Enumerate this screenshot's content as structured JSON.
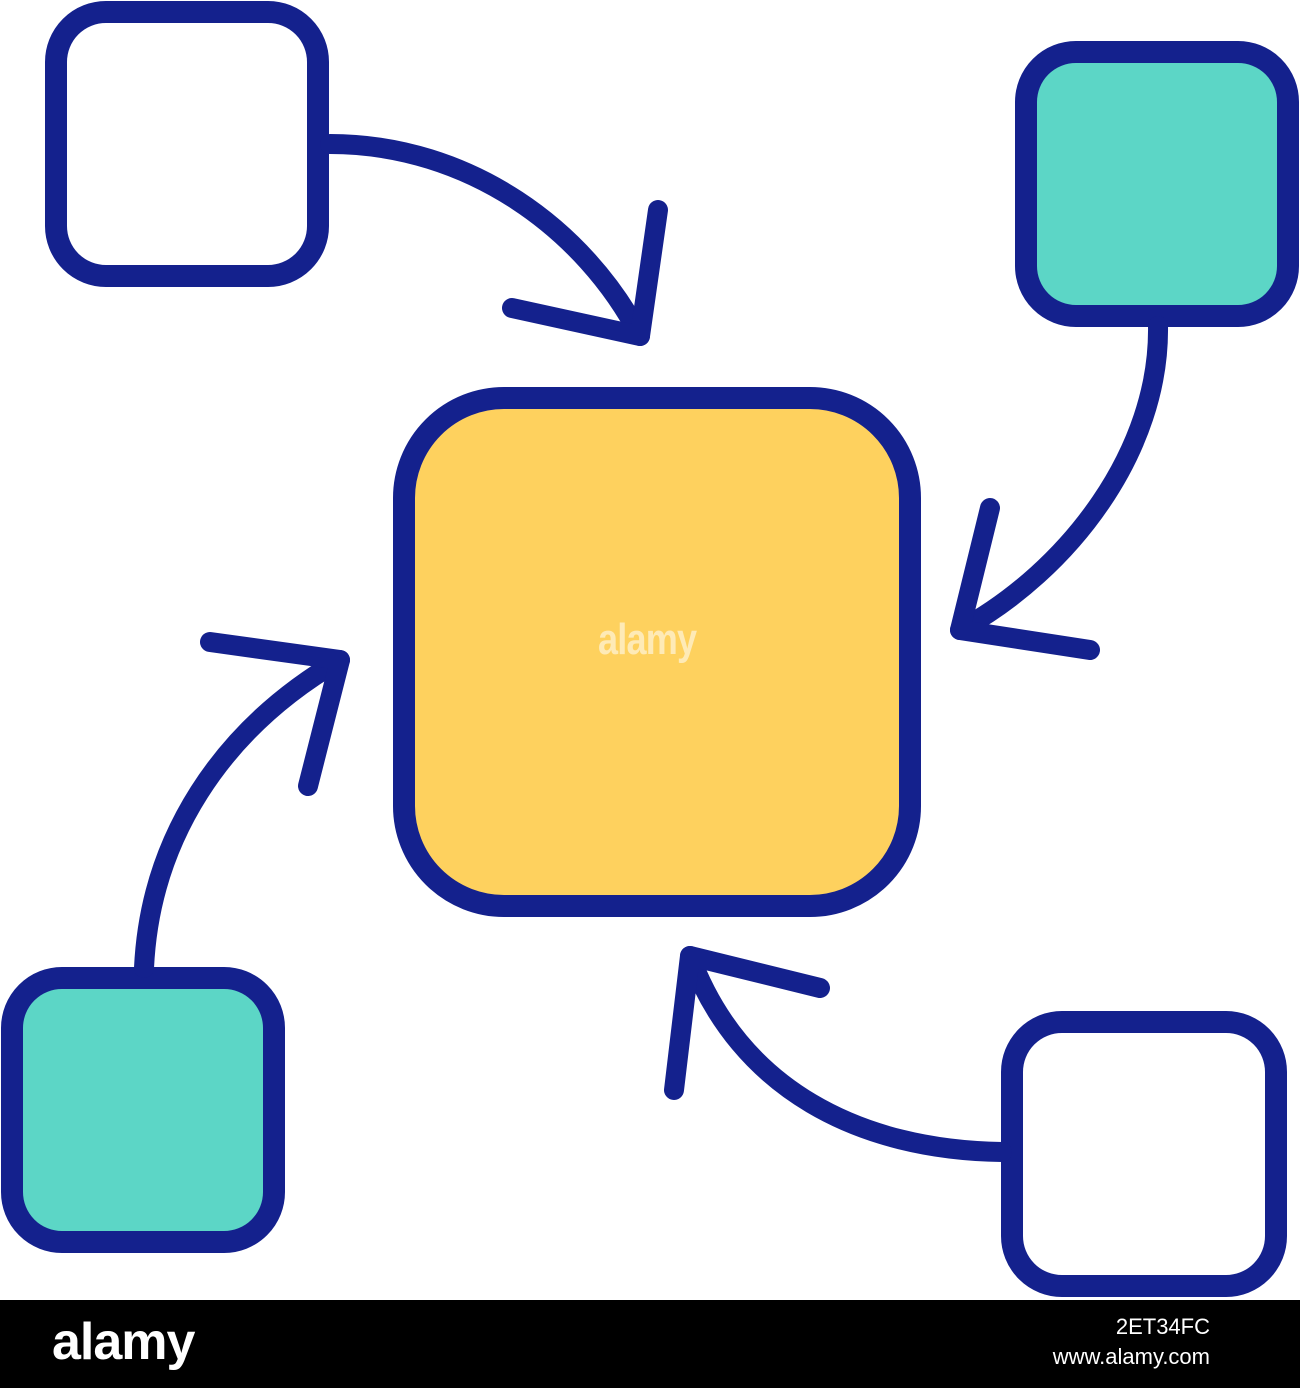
{
  "colors": {
    "stroke": "#14218d",
    "center_fill": "#fed15e",
    "teal_fill": "#5cd6c6",
    "white_fill": "#ffffff",
    "footer_bg": "#000000"
  },
  "diagram": {
    "center_node": {
      "fill": "center_fill"
    },
    "nodes": [
      {
        "id": "top-left",
        "fill": "white_fill"
      },
      {
        "id": "top-right",
        "fill": "teal_fill"
      },
      {
        "id": "bottom-left",
        "fill": "teal_fill"
      },
      {
        "id": "bottom-right",
        "fill": "white_fill"
      }
    ],
    "arrows": [
      {
        "from": "top-left",
        "to": "center"
      },
      {
        "from": "top-right",
        "to": "center"
      },
      {
        "from": "bottom-left",
        "to": "center"
      },
      {
        "from": "bottom-right",
        "to": "center"
      }
    ],
    "watermark": "alamy"
  },
  "footer": {
    "logo": "alamy",
    "image_id": "2ET34FC",
    "site": "www.alamy.com"
  }
}
